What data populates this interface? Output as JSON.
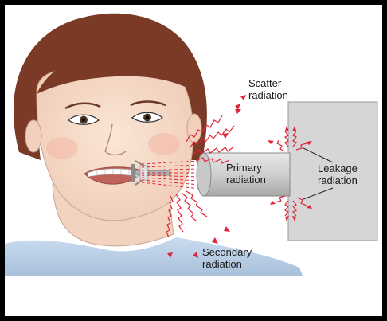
{
  "labels": {
    "scatter": [
      "Scatter",
      "radiation"
    ],
    "primary": [
      "Primary",
      "radiation"
    ],
    "leakage": [
      "Leakage",
      "radiation"
    ],
    "secondary": [
      "Secondary",
      "radiation"
    ]
  },
  "colors": {
    "frame": "#000000",
    "background": "#ffffff",
    "skin": "#f5dcc9",
    "hair": "#7a3a26",
    "tube_housing": "#d6d6d6",
    "tube_cone": "#bfbfbf",
    "radiation": "#e0263a",
    "shirt": "#bcd0e6"
  },
  "icons": [
    "face-illustration",
    "xray-tube",
    "bite-block"
  ]
}
